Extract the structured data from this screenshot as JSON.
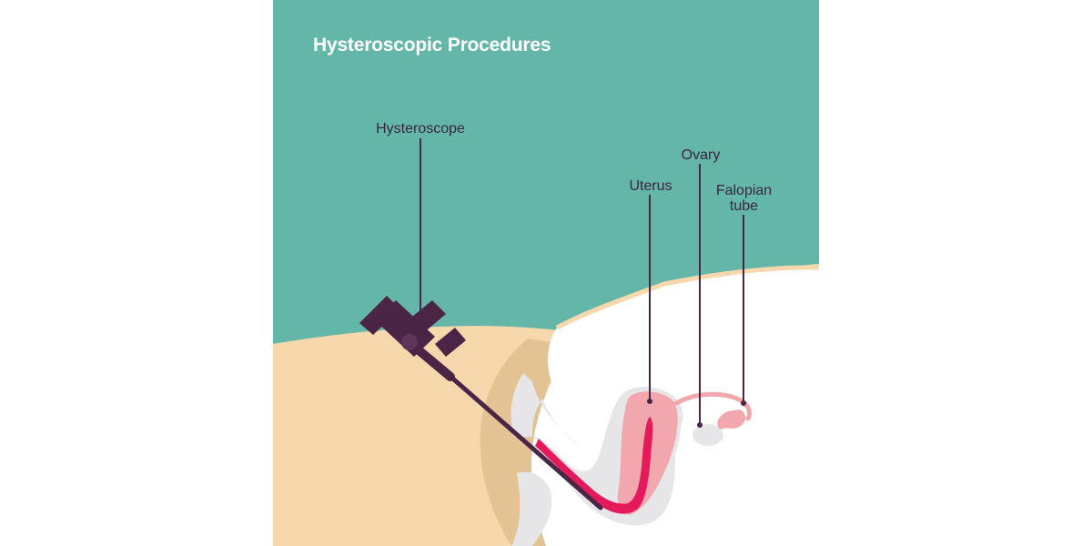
{
  "title": "Hysteroscopic Procedures",
  "labels": {
    "hysteroscope": "Hysteroscope",
    "uterus": "Uterus",
    "ovary": "Ovary",
    "falopian_tube": "Falopian\ntube"
  },
  "colors": {
    "background": "#64b6a9",
    "skin": "#f7d8ac",
    "skin_shadow": "#e3c393",
    "cavity": "#ffffff",
    "tissue_grey": "#e6e6e8",
    "uterus_pink": "#f1a7ad",
    "canal_red": "#e41a5a",
    "instrument": "#4a2545",
    "leader_line": "#4a2545"
  },
  "icons": {
    "hysteroscope": "hysteroscope-instrument-icon",
    "uterus": "uterus-icon",
    "ovary": "ovary-icon",
    "falopian_tube": "falopian-tube-icon"
  }
}
